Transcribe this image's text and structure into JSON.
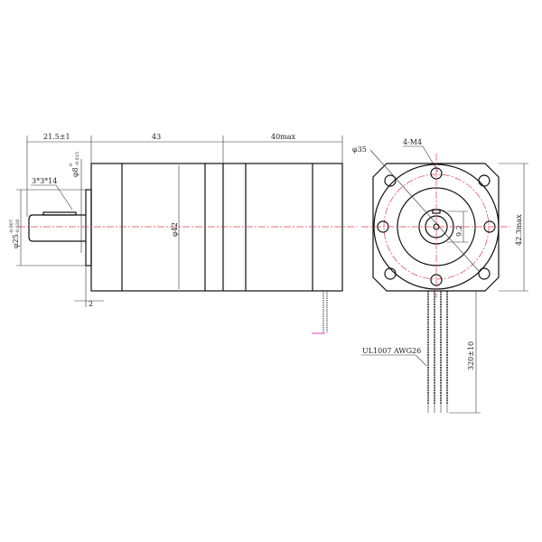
{
  "side_view": {
    "dim_shaft_length": "21.5±1",
    "dim_body_length": "43",
    "dim_rear_length": "40max",
    "dim_body_diameter": "φ42",
    "dim_pilot_diameter": "φ25",
    "dim_pilot_tol_upper": "-0.007",
    "dim_pilot_tol_lower": "-0.028",
    "dim_shaft_diameter": "φ8",
    "dim_shaft_tol_upper": "0",
    "dim_shaft_tol_lower": "-0.015",
    "key_size": "3*3*14",
    "dim_flange_thickness": "2"
  },
  "front_view": {
    "dim_bolt_circle": "φ35",
    "thread_spec": "4-M4",
    "dim_flat": "9.2",
    "dim_square": "42.3max",
    "wire_spec": "UL1007 AWG26",
    "dim_wire_length": "320±10"
  },
  "colors": {
    "line": "#111111",
    "centerline": "#e04050"
  }
}
